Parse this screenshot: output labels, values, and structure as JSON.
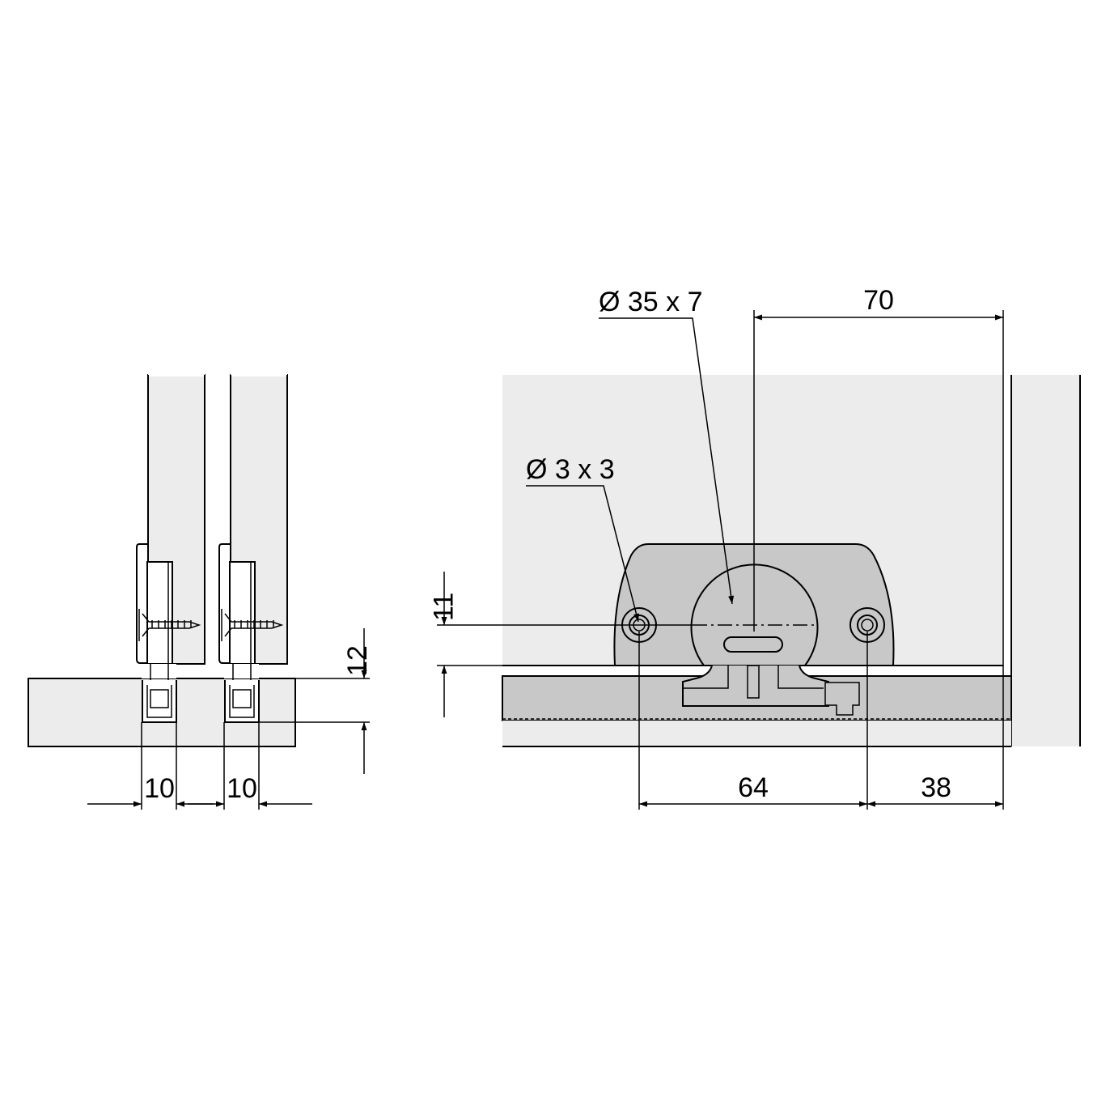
{
  "colors": {
    "panel": "#ececec",
    "part": "#c8c8c8",
    "line": "#000000"
  },
  "left_view": {
    "dim_width_1": "10",
    "dim_width_2": "10",
    "dim_groove_depth": "12"
  },
  "right_view": {
    "label_cup_hole": "Ø 35 x 7",
    "label_screw_hole": "Ø 3 x 3",
    "dim_cup_from_edge": "70",
    "dim_hole_height": "11",
    "dim_hole_spacing": "64",
    "dim_hole_from_edge": "38"
  }
}
